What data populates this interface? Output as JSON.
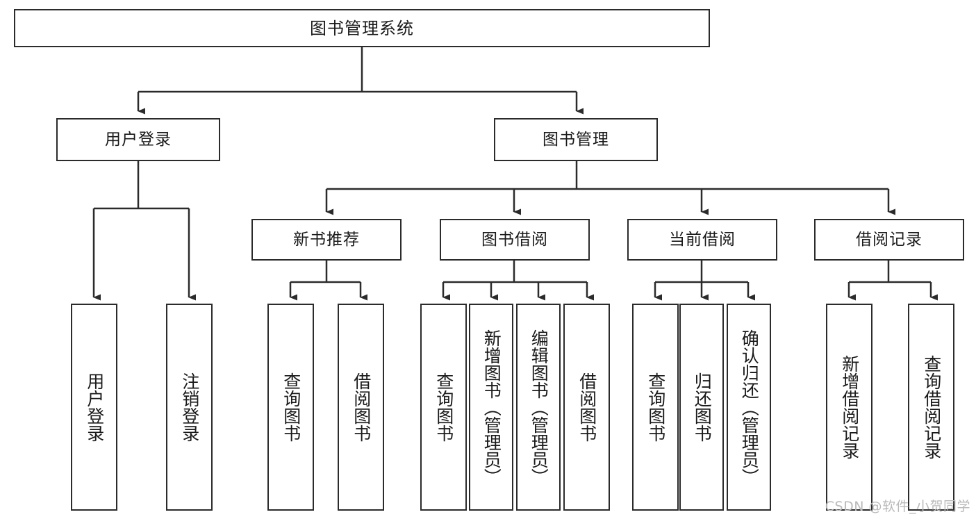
{
  "diagram": {
    "title": "图书管理系统",
    "type": "tree",
    "stroke_color": "#2b2b2b",
    "fill_color": "#ffffff",
    "text_color": "#1a1a1a"
  },
  "root": {
    "label": "图书管理系统"
  },
  "level2": [
    {
      "label": "用户登录"
    },
    {
      "label": "图书管理"
    }
  ],
  "level3": [
    {
      "label": "新书推荐"
    },
    {
      "label": "图书借阅"
    },
    {
      "label": "当前借阅"
    },
    {
      "label": "借阅记录"
    }
  ],
  "leaves": {
    "user_login": [
      {
        "label": "用户登录"
      },
      {
        "label": "注销登录"
      }
    ],
    "new_book": [
      {
        "label": "查询图书"
      },
      {
        "label": "借阅图书"
      }
    ],
    "book_borrow": [
      {
        "label": "查询图书"
      },
      {
        "label": "新增图书（管理员）"
      },
      {
        "label": "编辑图书（管理员）"
      },
      {
        "label": "借阅图书"
      }
    ],
    "current_borrow": [
      {
        "label": "查询图书"
      },
      {
        "label": "归还图书"
      },
      {
        "label": "确认归还（管理员）"
      }
    ],
    "borrow_record": [
      {
        "label": "新增借阅记录"
      },
      {
        "label": "查询借阅记录"
      }
    ]
  },
  "watermark": {
    "text": "CSDN @软件_小贺同学"
  }
}
